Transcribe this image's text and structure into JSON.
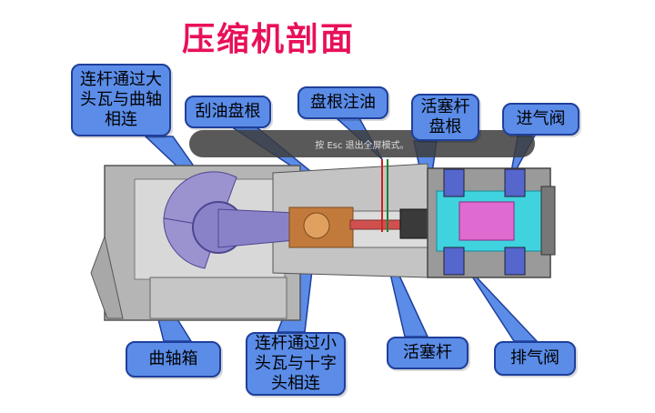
{
  "title": "压缩机剖面",
  "banner_text": "按 Esc 退出全屏模式。",
  "labels": {
    "rod_big": "连杆通过大\n头瓦与曲轴\n相连",
    "oil_scraper": "刮油盘根",
    "packing_oil": "盘根注油",
    "piston_packing": "活塞杆\n盘根",
    "intake_valve": "进气阀",
    "crankcase": "曲轴箱",
    "rod_small": "连杆通过小\n头瓦与十字\n头相连",
    "piston_rod": "活塞杆",
    "exhaust_valve": "排气阀"
  },
  "colors": {
    "title": "#e8105a",
    "callout_fill": "#5b8ce8",
    "callout_border": "#1f3f9a",
    "casing": "#b5b5b5",
    "crank": "#8a82c9",
    "crosshead": "#c27a3c",
    "cylinder_cyan": "#3fd3e0",
    "cylinder_pink": "#e06bd0"
  }
}
